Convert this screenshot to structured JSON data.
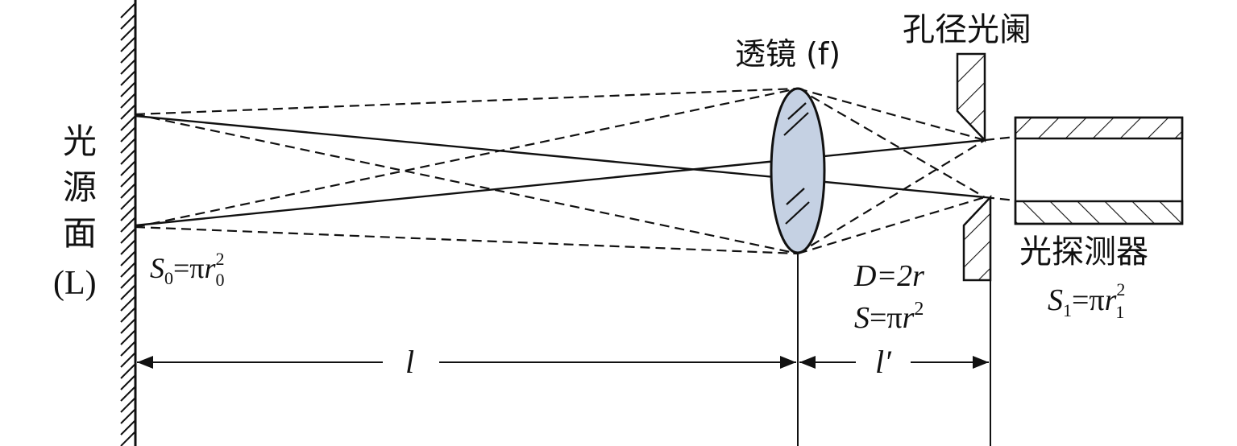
{
  "labels": {
    "source_chars": [
      "光",
      "源",
      "面",
      "(L)"
    ],
    "lens": "透镜 (f)",
    "aperture": "孔径光阑",
    "detector": "光探测器",
    "source_area": {
      "sym": "S",
      "sub": "0",
      "eq": "=π",
      "var": "r",
      "sup": "2",
      "varsub": "0"
    },
    "aperture_diam": "D=2r",
    "aperture_area": {
      "sym": "S",
      "eq": "=π",
      "var": "r",
      "sup": "2"
    },
    "detector_area": {
      "sym": "S",
      "sub": "1",
      "eq": "=π",
      "var": "r",
      "sup": "2",
      "varsub": "1"
    },
    "dist_l": "l",
    "dist_lprime": "l′"
  },
  "colors": {
    "lens_fill": "#c5d1e3",
    "stroke": "#111111"
  }
}
